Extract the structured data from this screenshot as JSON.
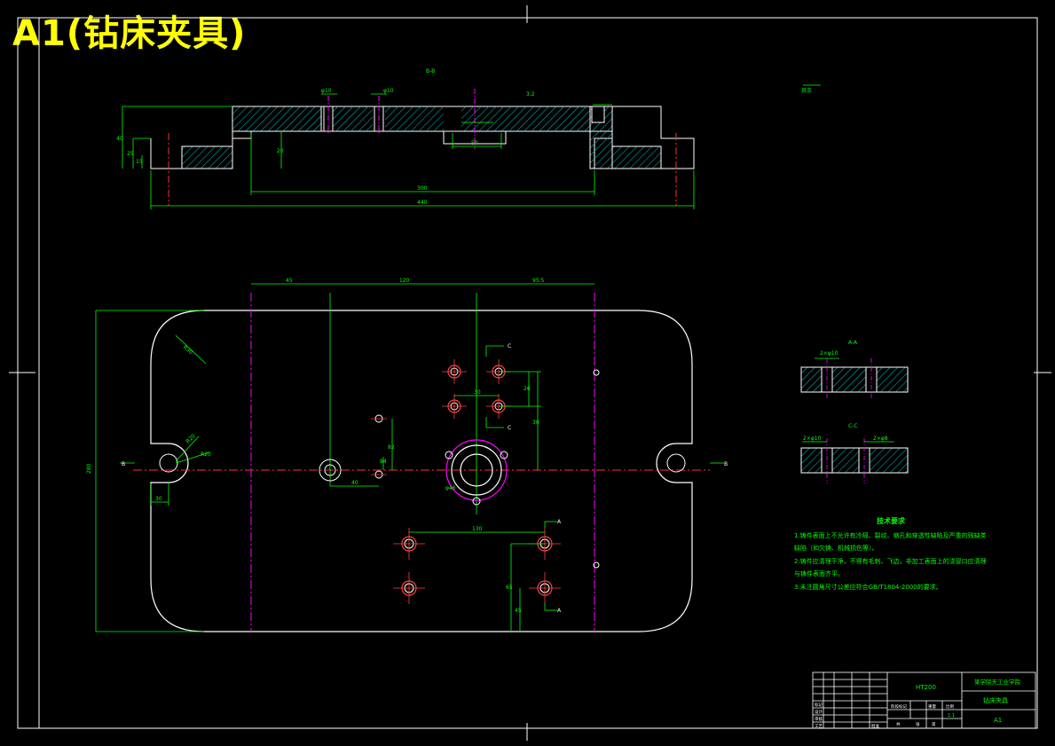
{
  "sheet": {
    "title": "A1(钻床夹具)"
  },
  "views": {
    "section_b": "B-B",
    "section_a": "A-A",
    "section_c": "C-C",
    "roughness_other": "其余",
    "roughness_value": "3.2"
  },
  "dimensions": {
    "top_overall": "440",
    "top_inner": "300",
    "top_height": "40",
    "top_left_a": "25",
    "top_left_b": "15",
    "top_step": "20",
    "top_center": "50",
    "hole_a": "φ10",
    "hole_b": "φ10",
    "plan_left": "45",
    "plan_mid": "120",
    "plan_right": "95.5",
    "plan_height": "280",
    "slot_r": "R30",
    "slot_r2": "R20",
    "slot_w": "30",
    "center_hole": "φ46",
    "small_dim_a": "30",
    "small_dim_b": "26",
    "small_dim_c": "30",
    "small_dim_d": "40",
    "small_dim_e": "82",
    "small_dim_f": "84",
    "bottom_w": "130",
    "bottom_h1": "65",
    "bottom_h2": "45",
    "sec_a_lab": "2×φ10",
    "sec_c_lab1": "2×φ10",
    "sec_c_lab2": "2×φ8"
  },
  "labels": {
    "label_a": "A",
    "label_c": "C",
    "label_b": "B"
  },
  "notes": {
    "heading": "技术要求",
    "lines": [
      "1.铸件表面上不允许有冷隔、裂纹、缩孔和穿透性缺陷及严重的残缺类",
      "缺陷（如欠铸、机械损伤等）。",
      "2.铸件应清理干净，不得有毛刺、飞边，非加工表面上的浇冒口应清理",
      "与铸件表面齐平。",
      "3.未注圆角尺寸公差应符合GB/T1804-2000的要求。"
    ]
  },
  "title_block": {
    "material": "HT200",
    "school": "某学院天工业学院",
    "part_name": "钻床夹具",
    "drawing_no": "A1",
    "ratio": "1:1",
    "header_cells": [
      "阶段标记",
      "重量",
      "比例"
    ],
    "left_rows": [
      "标记",
      "设计",
      "审核",
      "工艺"
    ],
    "sign": "批准",
    "sheet_total": "共",
    "sheet_page": "张",
    "sheet_no": "第"
  }
}
